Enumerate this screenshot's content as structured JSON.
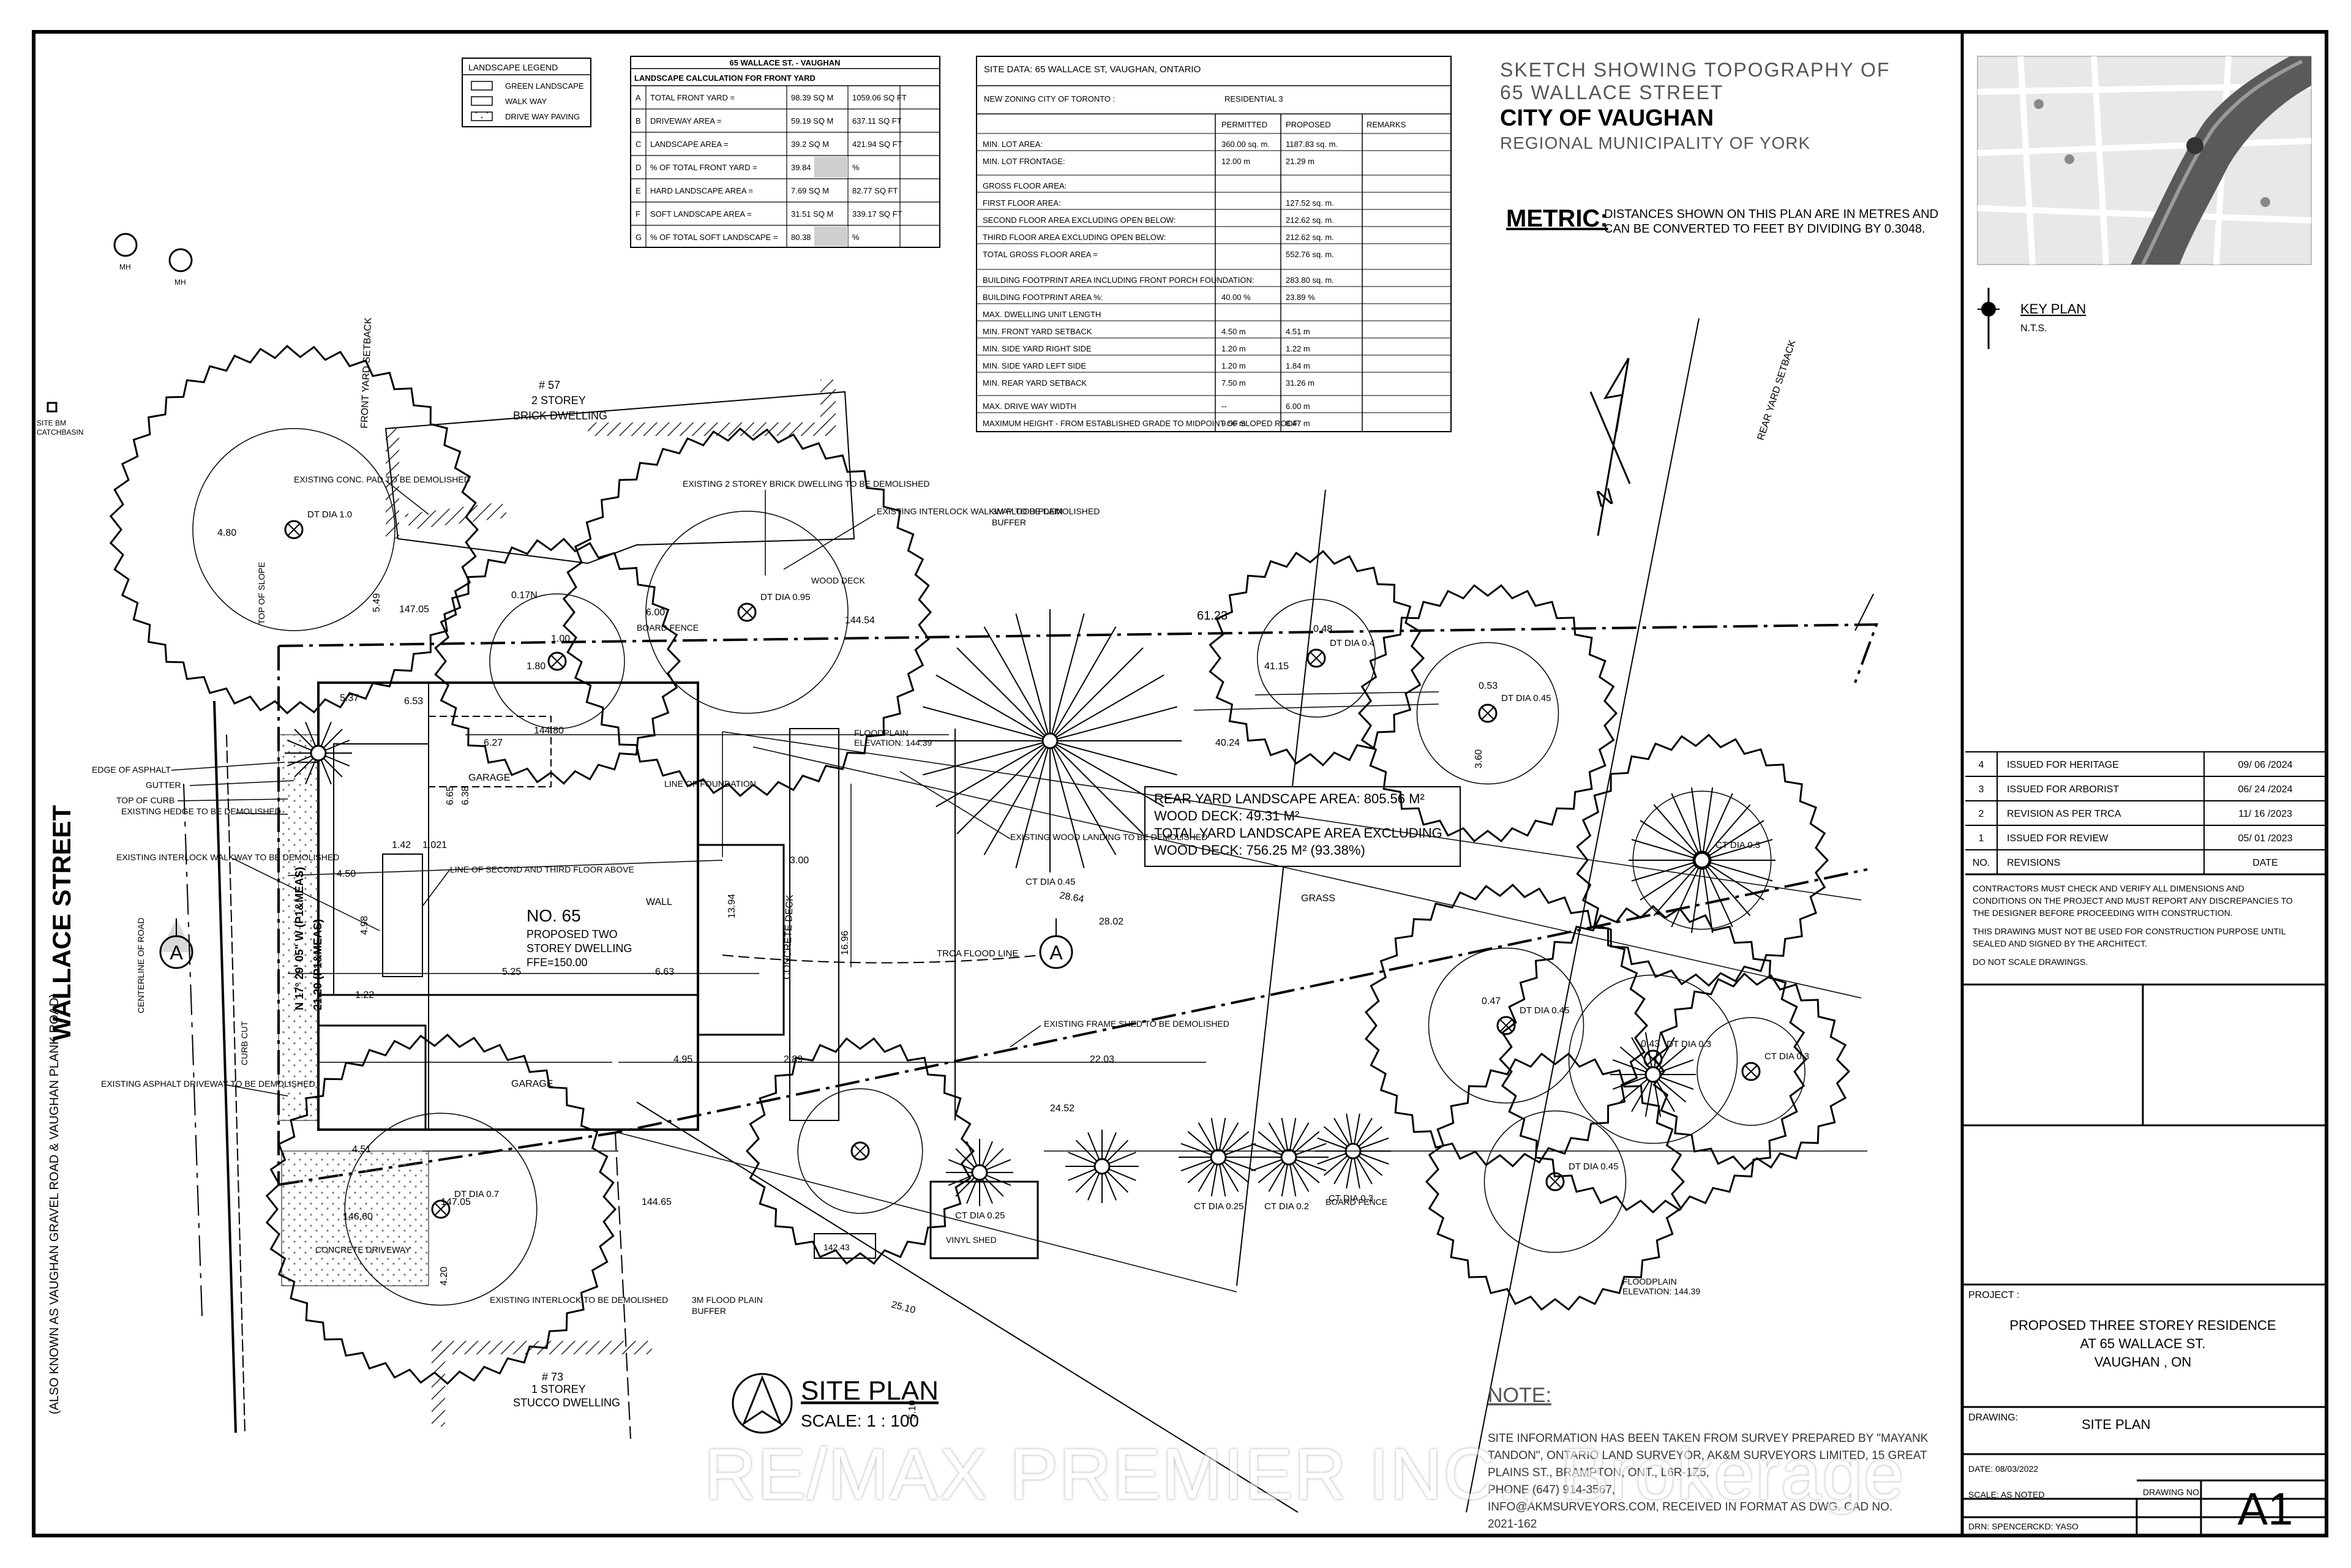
{
  "title_block": {
    "sketch_title_1": "SKETCH SHOWING TOPOGRAPHY OF",
    "sketch_title_2": "65 WALLACE STREET",
    "city": "CITY OF VAUGHAN",
    "region": "REGIONAL MUNICIPALITY OF YORK",
    "metric_label": "METRIC:",
    "metric_text_1": "DISTANCES SHOWN ON THIS PLAN ARE IN METRES AND",
    "metric_text_2": "CAN BE CONVERTED TO FEET BY DIVIDING BY 0.3048.",
    "key_plan": "KEY PLAN",
    "key_plan_scale": "N.T.S.",
    "revisions": [
      {
        "no": "4",
        "text": "ISSUED FOR HERITAGE",
        "date": "09/ 06 /2024"
      },
      {
        "no": "3",
        "text": "ISSUED FOR ARBORIST",
        "date": "06/ 24 /2024"
      },
      {
        "no": "2",
        "text": "REVISION AS PER TRCA",
        "date": "11/ 16 /2023"
      },
      {
        "no": "1",
        "text": "ISSUED FOR REVIEW",
        "date": "05/ 01 /2023"
      }
    ],
    "rev_header_no": "NO.",
    "rev_header_text": "REVISIONS",
    "rev_header_date": "DATE",
    "notes_1": "CONTRACTORS MUST CHECK AND VERIFY ALL DIMENSIONS AND",
    "notes_2": "CONDITIONS ON THE PROJECT AND MUST REPORT ANY DISCREPANCIES TO",
    "notes_3": "THE DESIGNER BEFORE PROCEEDING WITH CONSTRUCTION.",
    "notes_4": "THIS DRAWING MUST NOT BE USED FOR CONSTRUCTION PURPOSE UNTIL",
    "notes_5": "SEALED AND SIGNED BY THE ARCHITECT.",
    "notes_6": "DO NOT SCALE DRAWINGS.",
    "project_label": "PROJECT :",
    "project_1": "PROPOSED  THREE STOREY RESIDENCE",
    "project_2": "AT 65 WALLACE ST.",
    "project_3": "VAUGHAN , ON",
    "drawing_label": "DRAWING:",
    "drawing_name": "SITE PLAN",
    "date": "DATE: 08/03/2022",
    "scale": "SCALE: AS NOTED",
    "drawing_no_label": "DRAWING NO.",
    "drawing_no": "A1",
    "drn": "DRN: SPENCER",
    "ckd": "CKD: YASO"
  },
  "legend": {
    "title": "LANDSCAPE LEGEND",
    "items": [
      "GREEN LANDSCAPE",
      "WALK WAY",
      "DRIVE WAY PAVING"
    ]
  },
  "landscape_calc": {
    "title": "65 WALLACE ST. - VAUGHAN",
    "subtitle": "LANDSCAPE CALCULATION FOR FRONT YARD",
    "rows": [
      {
        "k": "A",
        "label": "TOTAL FRONT YARD =",
        "m": "98.39 SQ M",
        "ft": "1059.06 SQ FT"
      },
      {
        "k": "B",
        "label": "DRIVEWAY AREA =",
        "m": "59.19 SQ M",
        "ft": "637.11 SQ FT"
      },
      {
        "k": "C",
        "label": "LANDSCAPE AREA =",
        "m": "39.2 SQ M",
        "ft": "421.94 SQ FT"
      },
      {
        "k": "D",
        "label": "% OF TOTAL FRONT YARD =",
        "m": "39.84",
        "ft": "%"
      },
      {
        "k": "E",
        "label": "HARD LANDSCAPE AREA =",
        "m": "7.69 SQ M",
        "ft": "82.77 SQ FT"
      },
      {
        "k": "F",
        "label": "SOFT LANDSCAPE AREA =",
        "m": "31.51 SQ M",
        "ft": "339.17 SQ FT"
      },
      {
        "k": "G",
        "label": "% OF TOTAL SOFT LANDSCAPE =",
        "m": "80.38",
        "ft": "%"
      }
    ]
  },
  "site_data": {
    "title": "SITE DATA:     65 WALLACE ST, VAUGHAN, ONTARIO",
    "zoning": "NEW ZONING   CITY OF TORONTO :",
    "zoning_val": "RESIDENTIAL 3",
    "hdr_permitted": "PERMITTED",
    "hdr_proposed": "PROPOSED",
    "hdr_remarks": "REMARKS",
    "rows": [
      {
        "label": "MIN. LOT AREA:",
        "permitted": "360.00 sq. m.",
        "proposed": "1187.83 sq. m."
      },
      {
        "label": "MIN. LOT FRONTAGE:",
        "permitted": "12.00 m",
        "proposed": "21.29 m"
      },
      {
        "label": "GROSS FLOOR AREA:",
        "permitted": "",
        "proposed": ""
      },
      {
        "label": "FIRST FLOOR AREA:",
        "permitted": "",
        "proposed": "127.52 sq. m."
      },
      {
        "label": "SECOND FLOOR AREA EXCLUDING OPEN BELOW:",
        "permitted": "",
        "proposed": "212.62 sq. m."
      },
      {
        "label": "THIRD FLOOR AREA EXCLUDING OPEN BELOW:",
        "permitted": "",
        "proposed": "212.62 sq. m."
      },
      {
        "label": "TOTAL GROSS FLOOR AREA =",
        "permitted": "",
        "proposed": "552.76 sq. m."
      },
      {
        "label": "BUILDING FOOTPRINT AREA INCLUDING FRONT PORCH FOUNDATION:",
        "permitted": "",
        "proposed": "283.80 sq. m."
      },
      {
        "label": "BUILDING FOOTPRINT AREA %:",
        "permitted": "40.00 %",
        "proposed": "23.89 %"
      },
      {
        "label": "MAX. DWELLING UNIT LENGTH",
        "permitted": "",
        "proposed": ""
      },
      {
        "label": "MIN. FRONT YARD SETBACK",
        "permitted": "4.50 m",
        "proposed": "4.51 m"
      },
      {
        "label": "MIN. SIDE YARD RIGHT SIDE",
        "permitted": "1.20 m",
        "proposed": "1.22 m"
      },
      {
        "label": "MIN. SIDE YARD LEFT SIDE",
        "permitted": "1.20 m",
        "proposed": "1.84 m"
      },
      {
        "label": "MIN. REAR YARD SETBACK",
        "permitted": "7.50 m",
        "proposed": "31.26 m"
      },
      {
        "label": "MAX. DRIVE WAY WIDTH",
        "permitted": "--",
        "proposed": "6.00 m"
      },
      {
        "label": "MAXIMUM HEIGHT - FROM ESTABLISHED GRADE TO MIDPOINT OF SLOPED ROOF:",
        "permitted": "9.50 m",
        "proposed": "8.47 m"
      }
    ]
  },
  "plan": {
    "street": "WALLACE STREET",
    "street_aka": "(ALSO KNOWN AS VAUGHAN GRAVEL ROAD & VAUGHAN PLANK ROAD)",
    "site_plan": "SITE PLAN",
    "site_scale": "SCALE: 1 : 100",
    "no65_1": "NO. 65",
    "no65_2": "PROPOSED TWO",
    "no65_3": "STOREY DWELLING",
    "no65_4": "FFE=150.00",
    "d57_1": "# 57",
    "d57_2": "2 STOREY",
    "d57_3": "BRICK DWELLING",
    "d73_1": "# 73",
    "d73_2": "1 STOREY",
    "d73_3": "STUCCO DWELLING",
    "rear_1": "REAR YARD LANDSCAPE AREA: 805.56 M²",
    "rear_2": "WOOD DECK: 49.31 M²",
    "rear_3": "TOTAL YARD LANDSCAPE AREA EXCLUDING",
    "rear_4": "WOOD DECK: 756.25 M² (93.38%)",
    "grass": "GRASS",
    "garage": "GARAGE",
    "wall": "WALL",
    "concrete_deck": "CONCRETE DECK",
    "trca": "TRCA FLOOD LINE",
    "floodplain": "FLOODPLAIN",
    "floodplain_elev": "ELEVATION: 144.39",
    "flood_buffer_1": "3M FLOOD PLAIN",
    "flood_buffer_2": "BUFFER",
    "wood_deck": "WOOD DECK",
    "board_fence": "BOARD FENCE",
    "conc_driveway": "CONCRETE DRIVEWAY",
    "vinyl_shed": "VINYL SHED",
    "top_of_slope": "TOP OF SLOPE",
    "centerline": "CENTERLINE OF ROAD",
    "curb_cut": "CURB CUT",
    "edge_asphalt": "EDGE OF ASPHALT",
    "gutter": "GUTTER",
    "top_of_curb": "TOP OF CURB",
    "lot_bearing": "N 17° 29' 05\" W (P1&MEAS)",
    "lot_frontage": "21.29 (P1&MEAS)",
    "front_setback": "FRONT YARD SETBACK",
    "rear_setback": "REAR YARD SETBACK",
    "site_bm_1": "SITE BM",
    "site_bm_2": "CATCHBASIN",
    "mh": "MH",
    "section_a": "A",
    "north": "N",
    "lot_area_note": "61.23",
    "callouts": [
      "EXISTING CONC. PAD TO BE DEMOLISHED",
      "EXISTING 2 STOREY BRICK DWELLING TO BE DEMOLISHED",
      "EXISTING INTERLOCK WALKWAY TO BE DEMOLISHED",
      "EXISTING HEDGE TO BE DEMOLISHED",
      "EXISTING INTERLOCK WALKWAY TO BE DEMOLISHED",
      "EXISTING ASPHALT DRIVEWAY TO BE DEMOLISHED",
      "EXISTING INTERLOCK TO BE DEMOLISHED",
      "EXISTING FRAME SHED TO BE DEMOLISHED",
      "EXISTING WOOD LANDING TO BE DEMOLISHED",
      "LINE OF SECOND AND THIRD FLOOR ABOVE",
      "LINE OF FOUNDATION"
    ],
    "dims": [
      "4.80",
      "5.37",
      "6.53",
      "6.27",
      "4.50",
      "4.98",
      "5.25",
      "6.63",
      "13.94",
      "16.96",
      "28.64",
      "28.02",
      "41.15",
      "40.24",
      "3.00",
      "4.95",
      "22.03",
      "24.52",
      "25.10",
      "2.89",
      "6.65",
      "6.38",
      "4.51",
      "4.20",
      "5.10",
      "1.42",
      "1.021",
      "1.22",
      "3.60",
      "1.80",
      "0.53",
      "0.48",
      "0.47",
      "0.43",
      "147.05",
      "144.80",
      "144.65",
      "142.43",
      "144.54",
      "147.05",
      "146.60",
      "0.17N",
      "1.00",
      "6.00",
      "5.49"
    ],
    "trees": [
      "DT DIA 1.0",
      "DT DIA 0.95",
      "DT DIA 0.4",
      "DT DIA 0.45",
      "CT DIA 0.45",
      "CT DIA 0.3",
      "DT DIA 0.45",
      "DT DIA 0.7",
      "CT DIA 0.25",
      "CT DIA 0.25",
      "CT DIA 0.2",
      "CT DIA 0.3",
      "DT DIA 0.3",
      "CT DIA 0.3",
      "DT DIA 0.45"
    ]
  },
  "note": {
    "title": "NOTE:",
    "line_1": "SITE INFORMATION HAS BEEN TAKEN FROM SURVEY PREPARED BY \"MAYANK",
    "line_2": "TANDON\", ONTARIO LAND SURVEYOR, AK&M SURVEYORS LIMITED, 15 GREAT",
    "line_3": "PLAINS ST., BRAMPTON, ONT., L6R-1Z5,",
    "line_4": "PHONE (647) 914-3567,",
    "line_5": "INFO@AKMSURVEYORS.COM, RECEIVED IN FORMAT AS DWG. CAD NO.",
    "line_6": "2021-162"
  },
  "watermark": "RE/MAX PREMIER INC., Brokerage"
}
